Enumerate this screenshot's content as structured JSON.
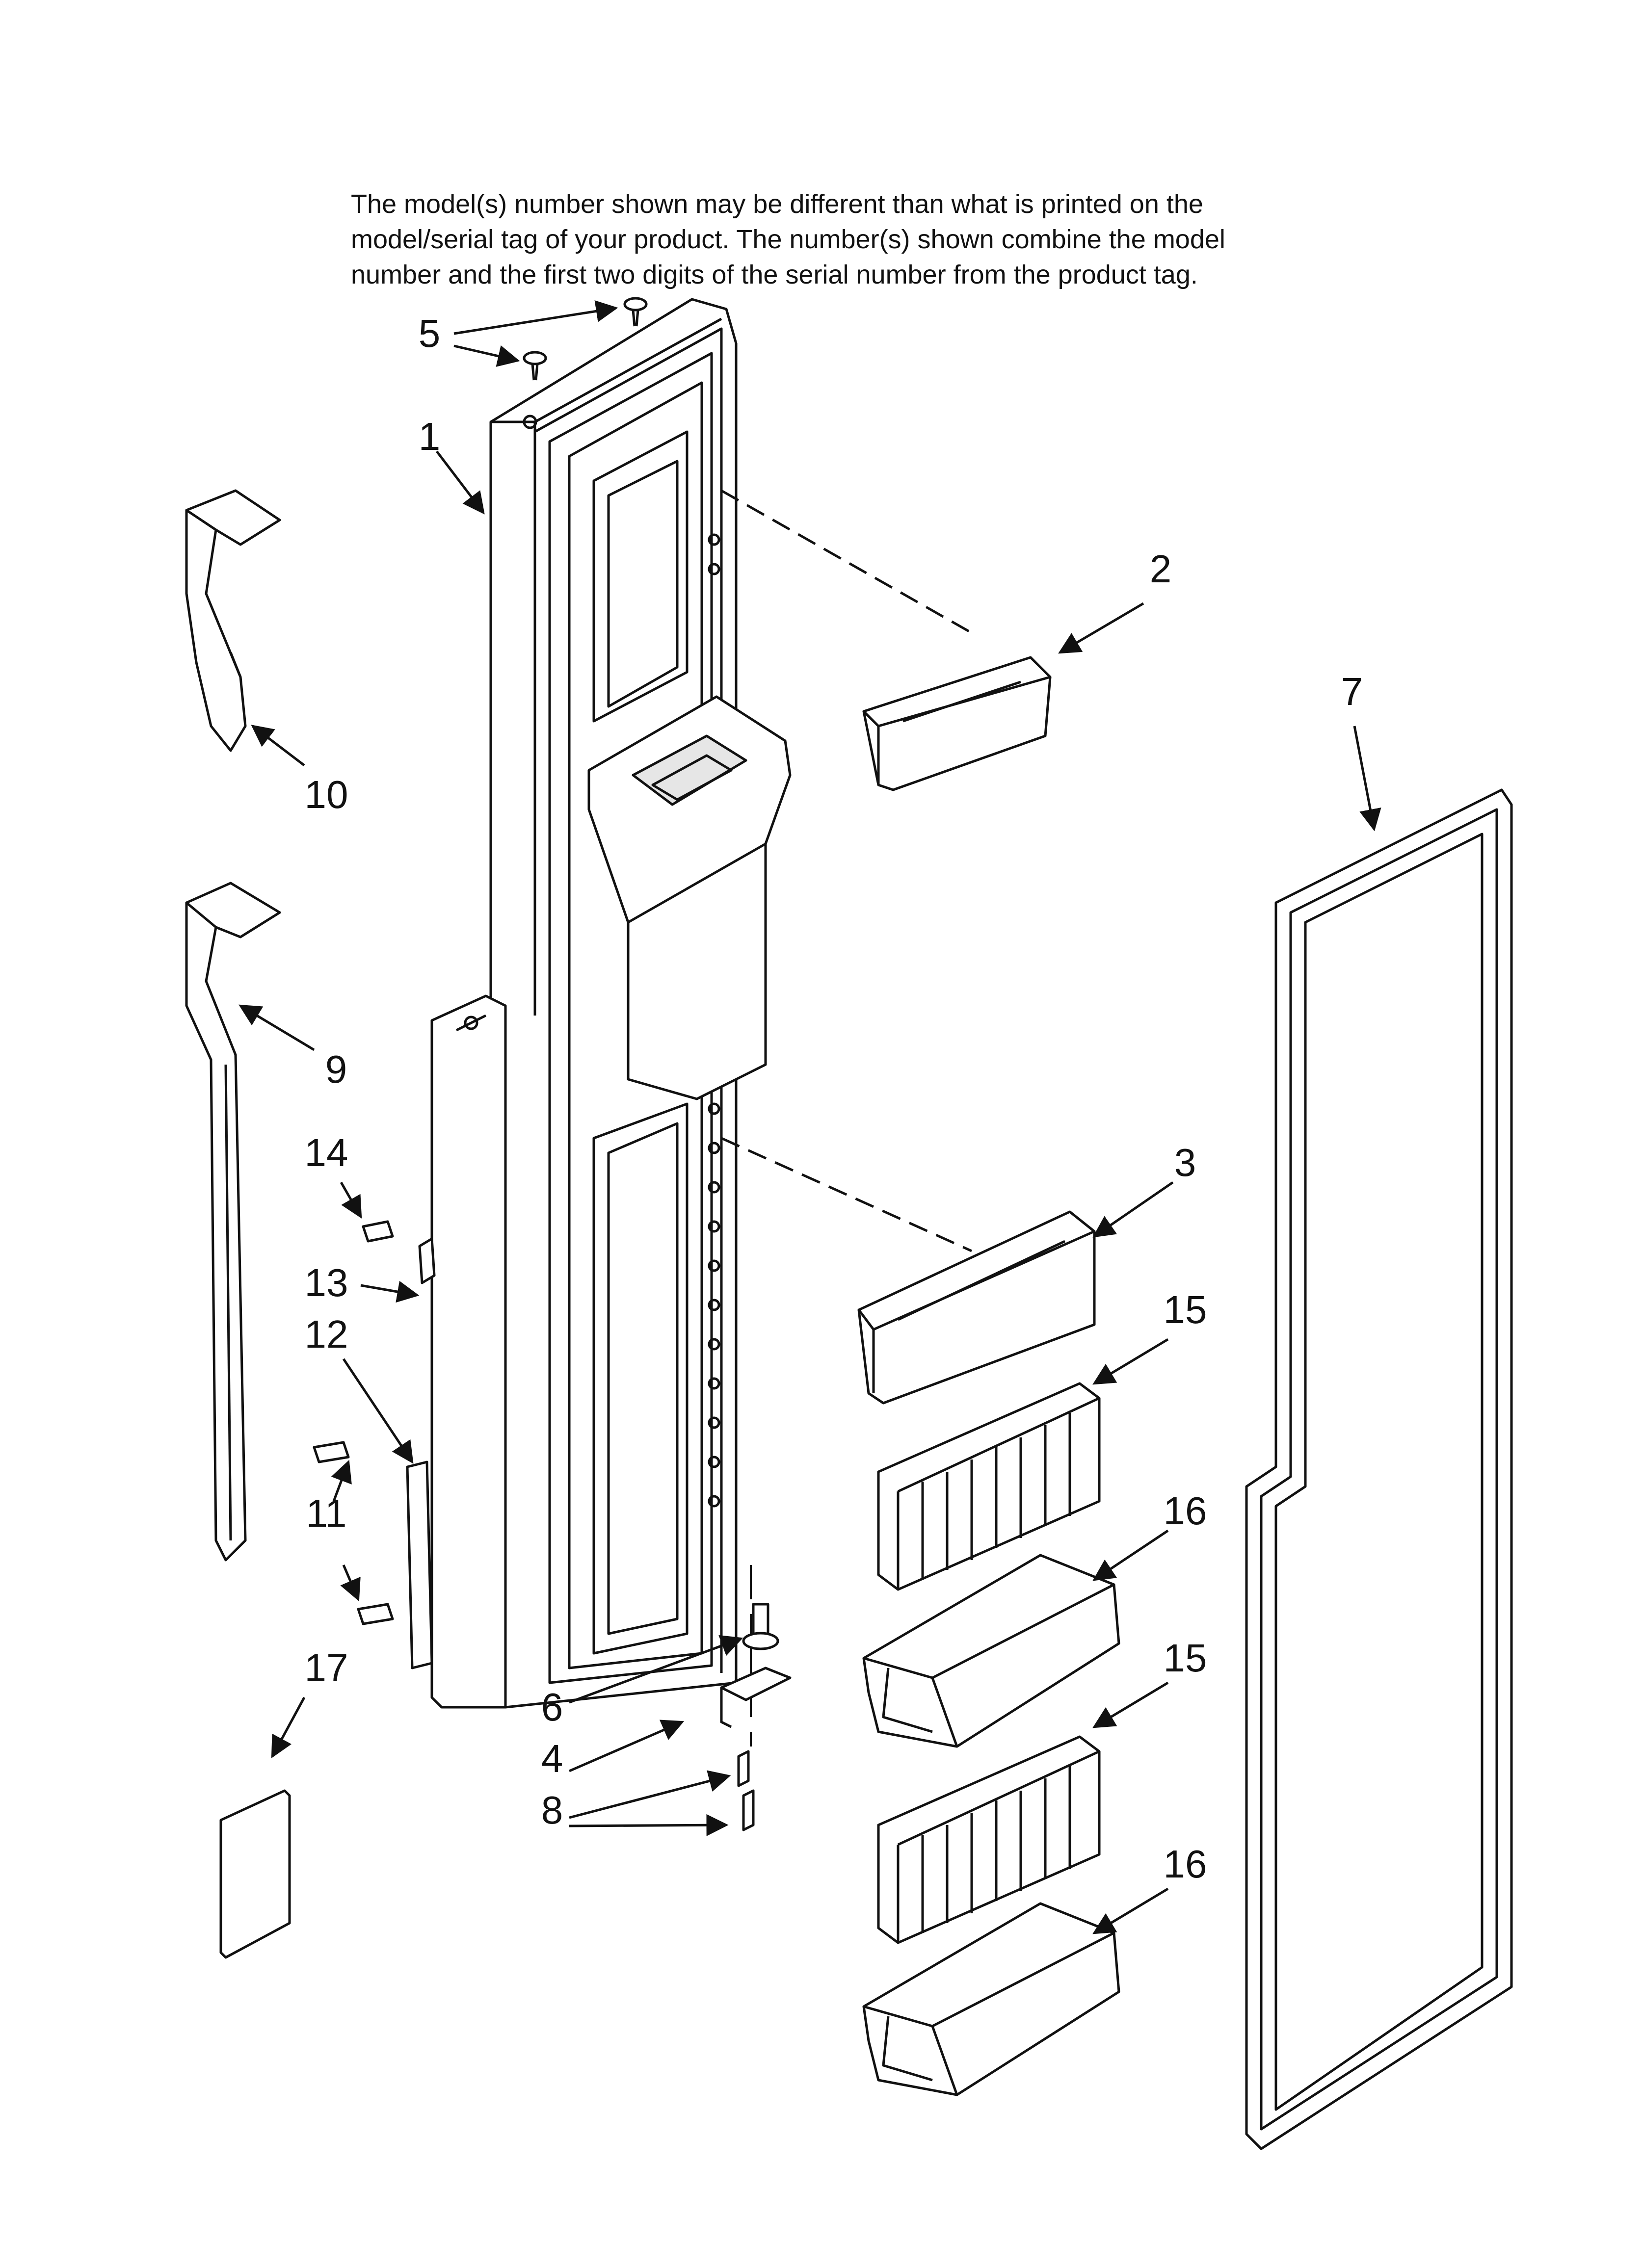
{
  "note": {
    "lines": [
      "The model(s) number shown may be different than what is printed on the",
      "model/serial tag of your product. The number(s) shown combine the model",
      "number and the first two digits of the serial number from the product tag."
    ]
  },
  "callouts": {
    "c1": "1",
    "c2": "2",
    "c3": "3",
    "c4": "4",
    "c5": "5",
    "c6": "6",
    "c7": "7",
    "c8": "8",
    "c9": "9",
    "c10": "10",
    "c11": "11",
    "c12": "12",
    "c13": "13",
    "c14": "14",
    "c15a": "15",
    "c15b": "15",
    "c16a": "16",
    "c16b": "16",
    "c17": "17"
  },
  "colors": {
    "line": "#111111",
    "fill": "#ffffff",
    "shade": "#e6e6e6"
  }
}
